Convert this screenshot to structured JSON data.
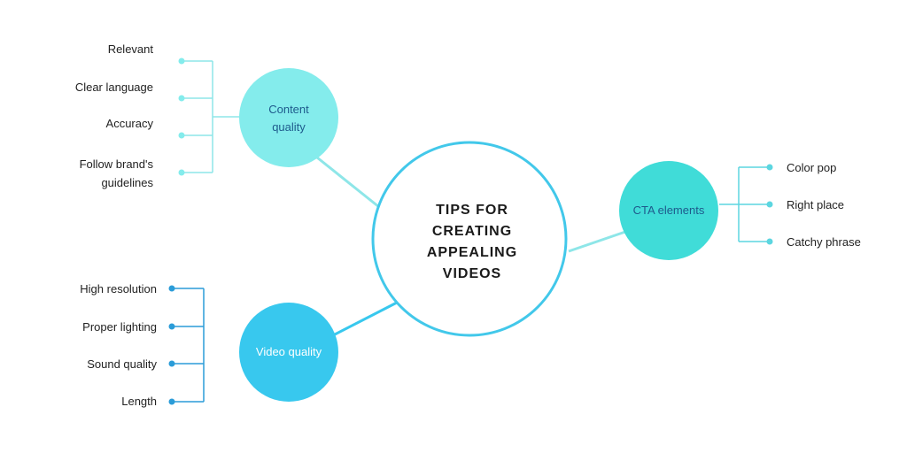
{
  "center": {
    "title_lines": [
      "TIPS FOR",
      "CREATING",
      "APPEALING",
      "VIDEOS"
    ]
  },
  "branches": {
    "content": {
      "label_lines": [
        "Content",
        "quality"
      ],
      "items": [
        [
          "Relevant"
        ],
        [
          "Clear language"
        ],
        [
          "Accuracy"
        ],
        [
          "Follow brand's",
          "guidelines"
        ]
      ]
    },
    "video": {
      "label": "Video quality",
      "items": [
        "High resolution",
        "Proper lighting",
        "Sound quality",
        "Length"
      ]
    },
    "cta": {
      "label": "CTA elements",
      "items": [
        "Color pop",
        "Right place",
        "Catchy phrase"
      ]
    }
  },
  "colors": {
    "content_fill": "#84ECEC",
    "content_line": "#8EE6E8",
    "video_fill": "#38C8EE",
    "video_line": "#2B9CD8",
    "cta_fill": "#40DCD8",
    "cta_line": "#5CD6E0",
    "center_stroke": "#42C8EA",
    "node_text": "#1E5A8C"
  }
}
